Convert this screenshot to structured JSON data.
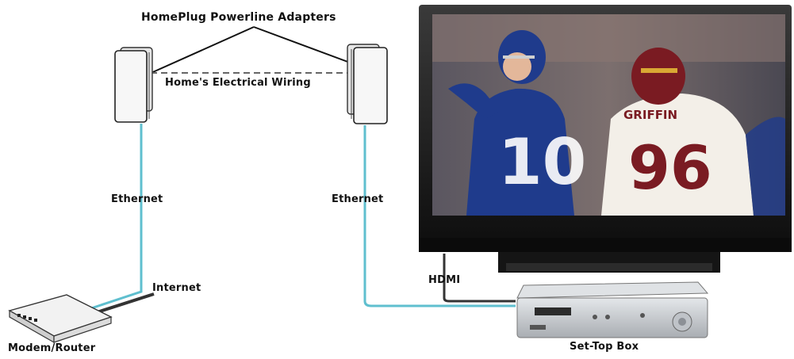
{
  "labels": {
    "title": "HomePlug Powerline Adapters",
    "wiring": "Home's Electrical Wiring",
    "ethernet_left": "Ethernet",
    "ethernet_right": "Ethernet",
    "internet": "Internet",
    "hdmi": "HDMI",
    "modem_router": "Modem/Router",
    "set_top_box": "Set-Top Box"
  },
  "tv_screen": {
    "jersey_number_right": "96",
    "jersey_name": "GRIFFIN",
    "jersey_number_left": "10"
  },
  "colors": {
    "ethernet_cable": "#5fbfcf",
    "tv_body": "#1a1a1a",
    "stb_body": "#c9cdd2",
    "giants_blue": "#1f3b8c",
    "redskins_burgundy": "#7a1b22"
  },
  "icons": [
    "powerline-adapter-icon",
    "modem-router-icon",
    "set-top-box-icon",
    "television-icon"
  ]
}
